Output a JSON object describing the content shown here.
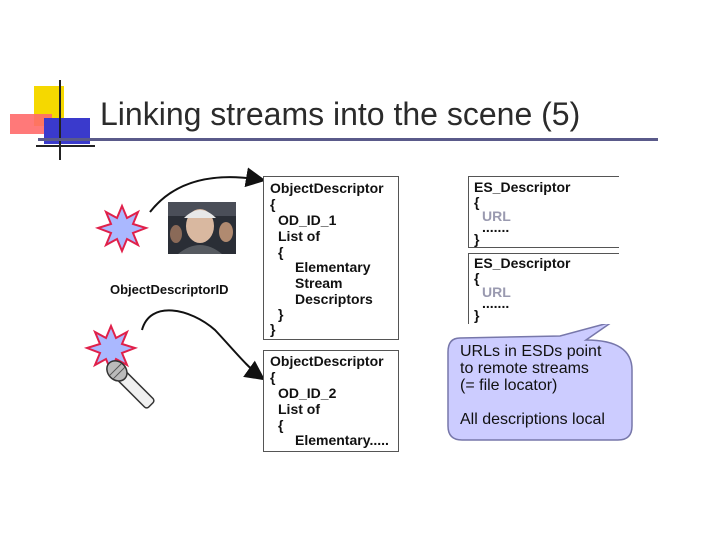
{
  "title": "Linking streams into the scene (5)",
  "left_label": "ObjectDescriptorID",
  "od1": {
    "lines": [
      "ObjectDescriptor",
      "{",
      "OD_ID_1",
      "List of",
      "{",
      "Elementary",
      "Stream",
      "Descriptors",
      "}",
      "}"
    ]
  },
  "od2": {
    "lines": [
      "ObjectDescriptor",
      "{",
      "OD_ID_2",
      "List of",
      "{",
      "Elementary....."
    ]
  },
  "esd1": {
    "lines": [
      "ES_Descriptor",
      "{",
      "URL",
      ".......",
      "}"
    ]
  },
  "esd2": {
    "lines": [
      "ES_Descriptor",
      "{",
      "URL",
      ".......",
      "}"
    ]
  },
  "callout": {
    "line1": "URLs in ESDs point",
    "line2": "to remote streams",
    "line3": "(= file locator)",
    "line4": "All descriptions local"
  },
  "colors": {
    "accent_yellow": "#f5d800",
    "accent_red": "#e83030",
    "accent_blue": "#3030c0",
    "callout_fill": "#ccccff",
    "burst_fill": "#aab8ff",
    "burst_stroke": "#e0204a"
  }
}
